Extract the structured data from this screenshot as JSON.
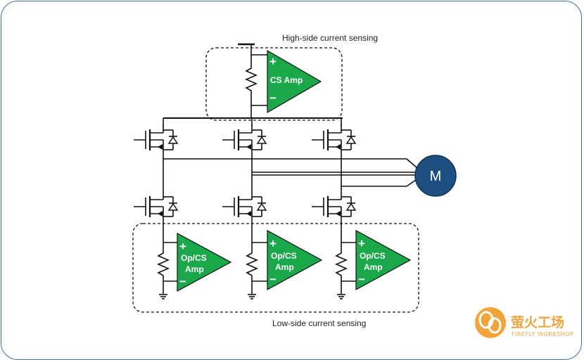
{
  "labels": {
    "high_side": "High-side current sensing",
    "low_side": "Low-side current sensing"
  },
  "amplifiers": {
    "high_side": {
      "line1": "CS Amp",
      "plus": "+",
      "minus": "−"
    },
    "low_side": [
      {
        "line1": "Op/CS",
        "line2": "Amp",
        "plus": "+",
        "minus": "−"
      },
      {
        "line1": "Op/CS",
        "line2": "Amp",
        "plus": "+",
        "minus": "−"
      },
      {
        "line1": "Op/CS",
        "line2": "Amp",
        "plus": "+",
        "minus": "−"
      }
    ]
  },
  "motor": {
    "label": "M"
  },
  "logo": {
    "name_cn": "萤火工场",
    "name_en": "FIREFLY WORKSHOP"
  },
  "colors": {
    "amp_fill": "#1aa84b",
    "motor_fill": "#1d4f80",
    "frame_border": "#3f6f9e",
    "logo_orange": "#f0a43a"
  }
}
